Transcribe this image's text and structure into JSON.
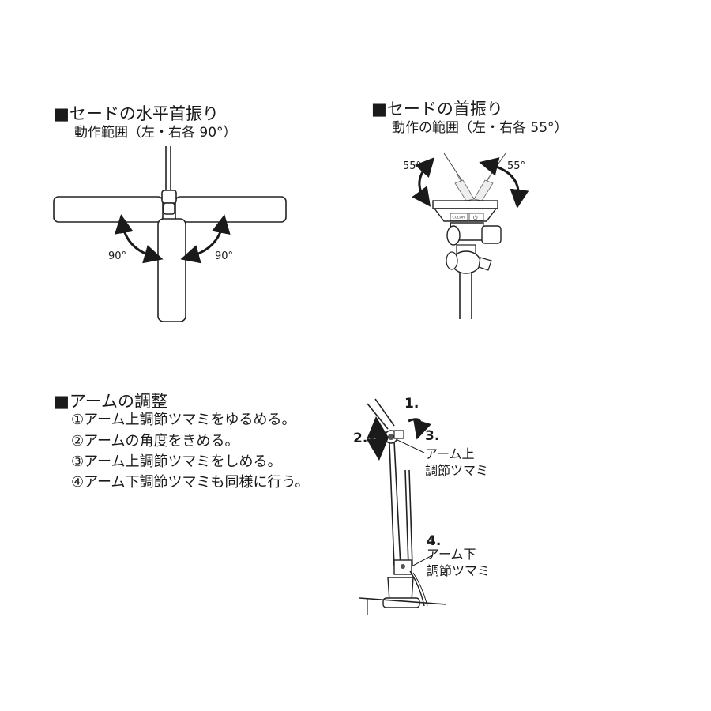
{
  "sections": {
    "horizontal_swivel": {
      "title": "■セードの水平首振り",
      "range": "動作範囲（左・右各 90°）",
      "angle_left": "90°",
      "angle_right": "90°"
    },
    "head_swivel": {
      "title": "■セードの首振り",
      "range": "動作の範囲（左・右各 55°）",
      "angle_left": "55°",
      "angle_right": "55°",
      "button_color": "COLOR",
      "button_power": "⏻"
    },
    "arm_adjust": {
      "title": "■アームの調整",
      "steps": [
        "①アーム上調節ツマミをゆるめる。",
        "②アームの角度をきめる。",
        "③アーム上調節ツマミをしめる。",
        "④アーム下調節ツマミも同様に行う。"
      ],
      "marker_1": "1.",
      "marker_2": "2.",
      "marker_3": "3.",
      "marker_4": "4.",
      "upper_knob_line1": "アーム上",
      "upper_knob_line2": "調節ツマミ",
      "lower_knob_line1": "アーム下",
      "lower_knob_line2": "調節ツマミ"
    }
  }
}
